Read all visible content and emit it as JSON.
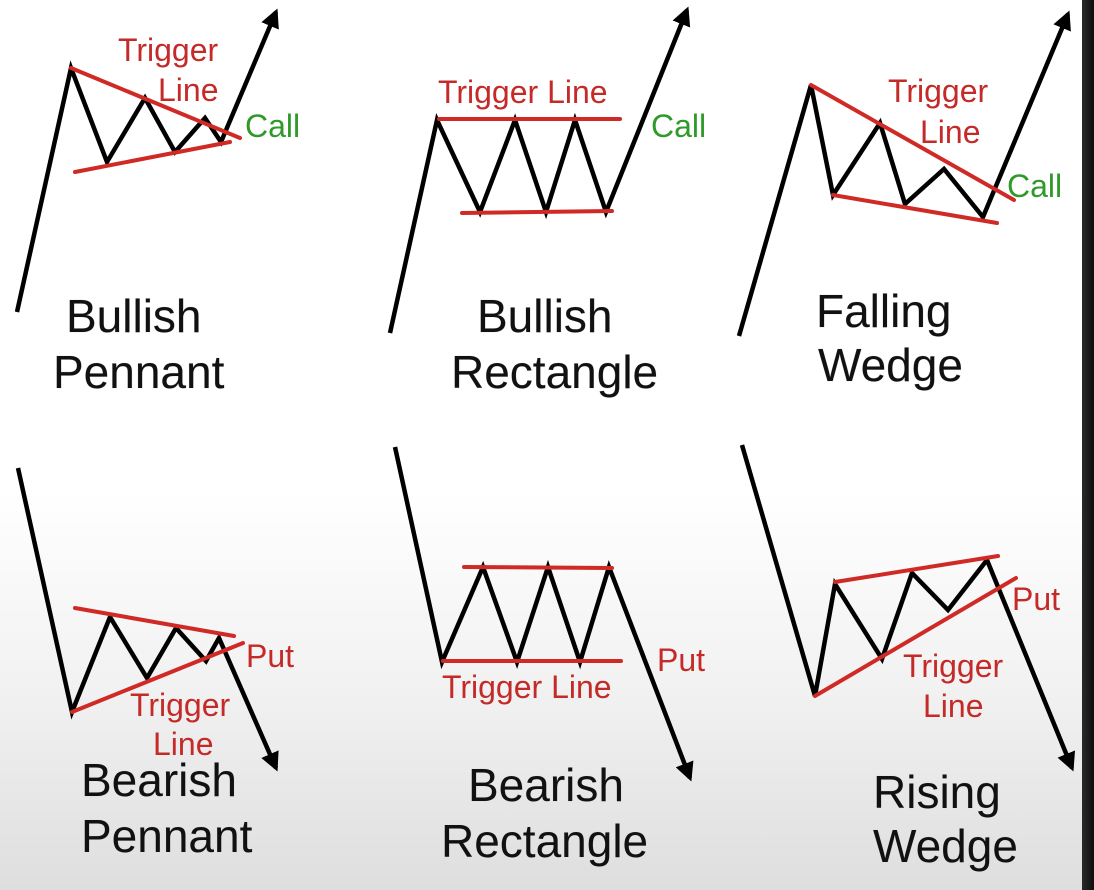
{
  "patterns": [
    {
      "title_1": "Bullish",
      "title_2": "Pennant",
      "trigger_1": "Trigger",
      "trigger_2": "Line",
      "signal": "Call",
      "signal_type": "call"
    },
    {
      "title_1": "Bullish",
      "title_2": "Rectangle",
      "trigger_1": "Trigger Line",
      "signal": "Call",
      "signal_type": "call"
    },
    {
      "title_1": "Falling",
      "title_2": "Wedge",
      "trigger_1": "Trigger",
      "trigger_2": "Line",
      "signal": "Call",
      "signal_type": "call"
    },
    {
      "title_1": "Bearish",
      "title_2": "Pennant",
      "trigger_1": "Trigger",
      "trigger_2": "Line",
      "signal": "Put",
      "signal_type": "put"
    },
    {
      "title_1": "Bearish",
      "title_2": "Rectangle",
      "trigger_1": "Trigger Line",
      "signal": "Put",
      "signal_type": "put"
    },
    {
      "title_1": "Rising",
      "title_2": "Wedge",
      "trigger_1": "Trigger",
      "trigger_2": "Line",
      "signal": "Put",
      "signal_type": "put"
    }
  ],
  "colors": {
    "price_line": "#000000",
    "trigger_line": "#d02a26",
    "call": "#2f9a2a",
    "put": "#c42a28",
    "background": "#ffffff"
  }
}
